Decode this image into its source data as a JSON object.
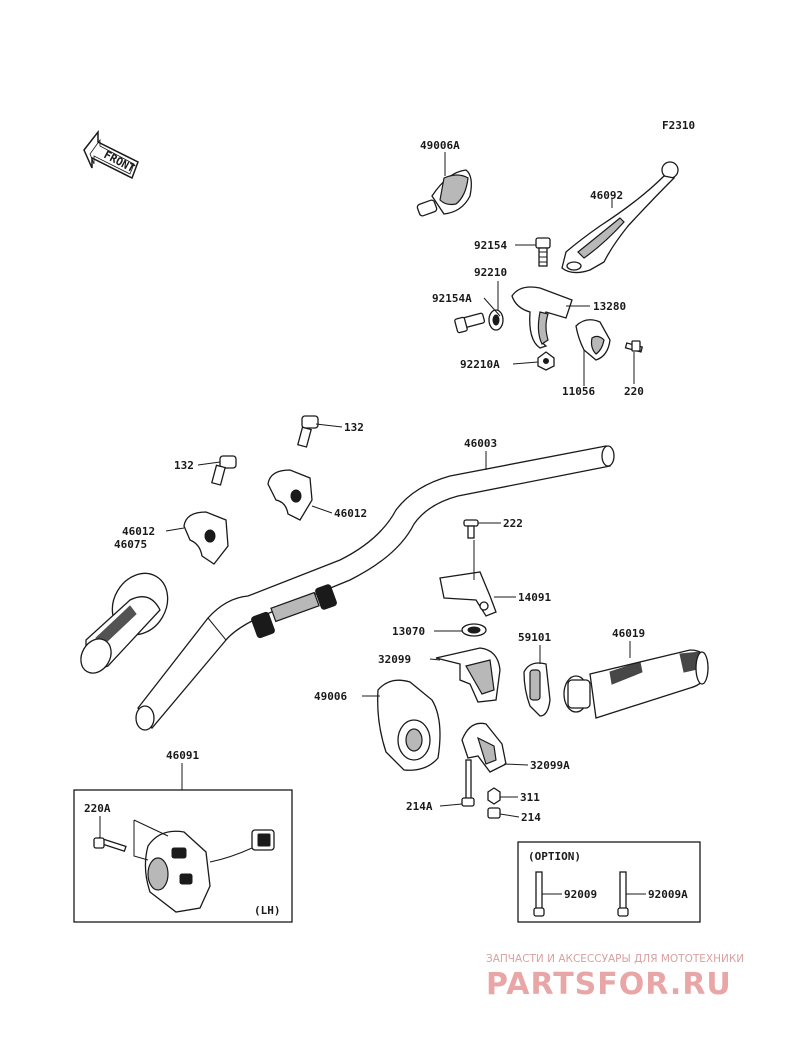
{
  "figure_code": "F2310",
  "front_label": "FRONT",
  "parts": {
    "p49006A": "49006A",
    "p46092": "46092",
    "p92154": "92154",
    "p92210": "92210",
    "p92154A": "92154A",
    "p13280": "13280",
    "p92210A": "92210A",
    "p11056": "11056",
    "p220": "220",
    "p132a": "132",
    "p132b": "132",
    "p46003": "46003",
    "p46012a": "46012",
    "p46012b": "46012",
    "p46075": "46075",
    "p222": "222",
    "p14091": "14091",
    "p13070": "13070",
    "p59101": "59101",
    "p46019": "46019",
    "p32099": "32099",
    "p49006": "49006",
    "p32099A": "32099A",
    "p311": "311",
    "p214A": "214A",
    "p214": "214",
    "p46091": "46091",
    "p220A": "220A",
    "p92009": "92009",
    "p92009A": "92009A"
  },
  "lh_label": "(LH)",
  "option_label": "(OPTION)",
  "watermark": {
    "caption": "ЗАПЧАСТИ И АКСЕССУАРЫ ДЛЯ МОТОТЕХНИКИ",
    "brand": "PARTSFOR.RU"
  }
}
